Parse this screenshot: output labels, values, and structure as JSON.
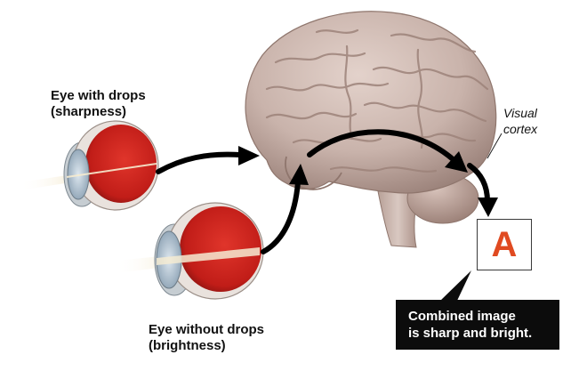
{
  "labels": {
    "eye_with_drops": [
      "Eye with drops",
      "(sharpness)"
    ],
    "eye_without_drops": [
      "Eye without drops",
      "(brightness)"
    ],
    "visual_cortex": [
      "Visual",
      "cortex"
    ]
  },
  "result": {
    "letter": "A",
    "letter_color": "#e04a21",
    "caption": [
      "Combined image",
      "is sharp and bright."
    ]
  },
  "colors": {
    "eye_interior": "#c8201c",
    "brain": "#c9b3ab",
    "arrow": "#000000",
    "caption_bg": "#0c0c0c"
  }
}
